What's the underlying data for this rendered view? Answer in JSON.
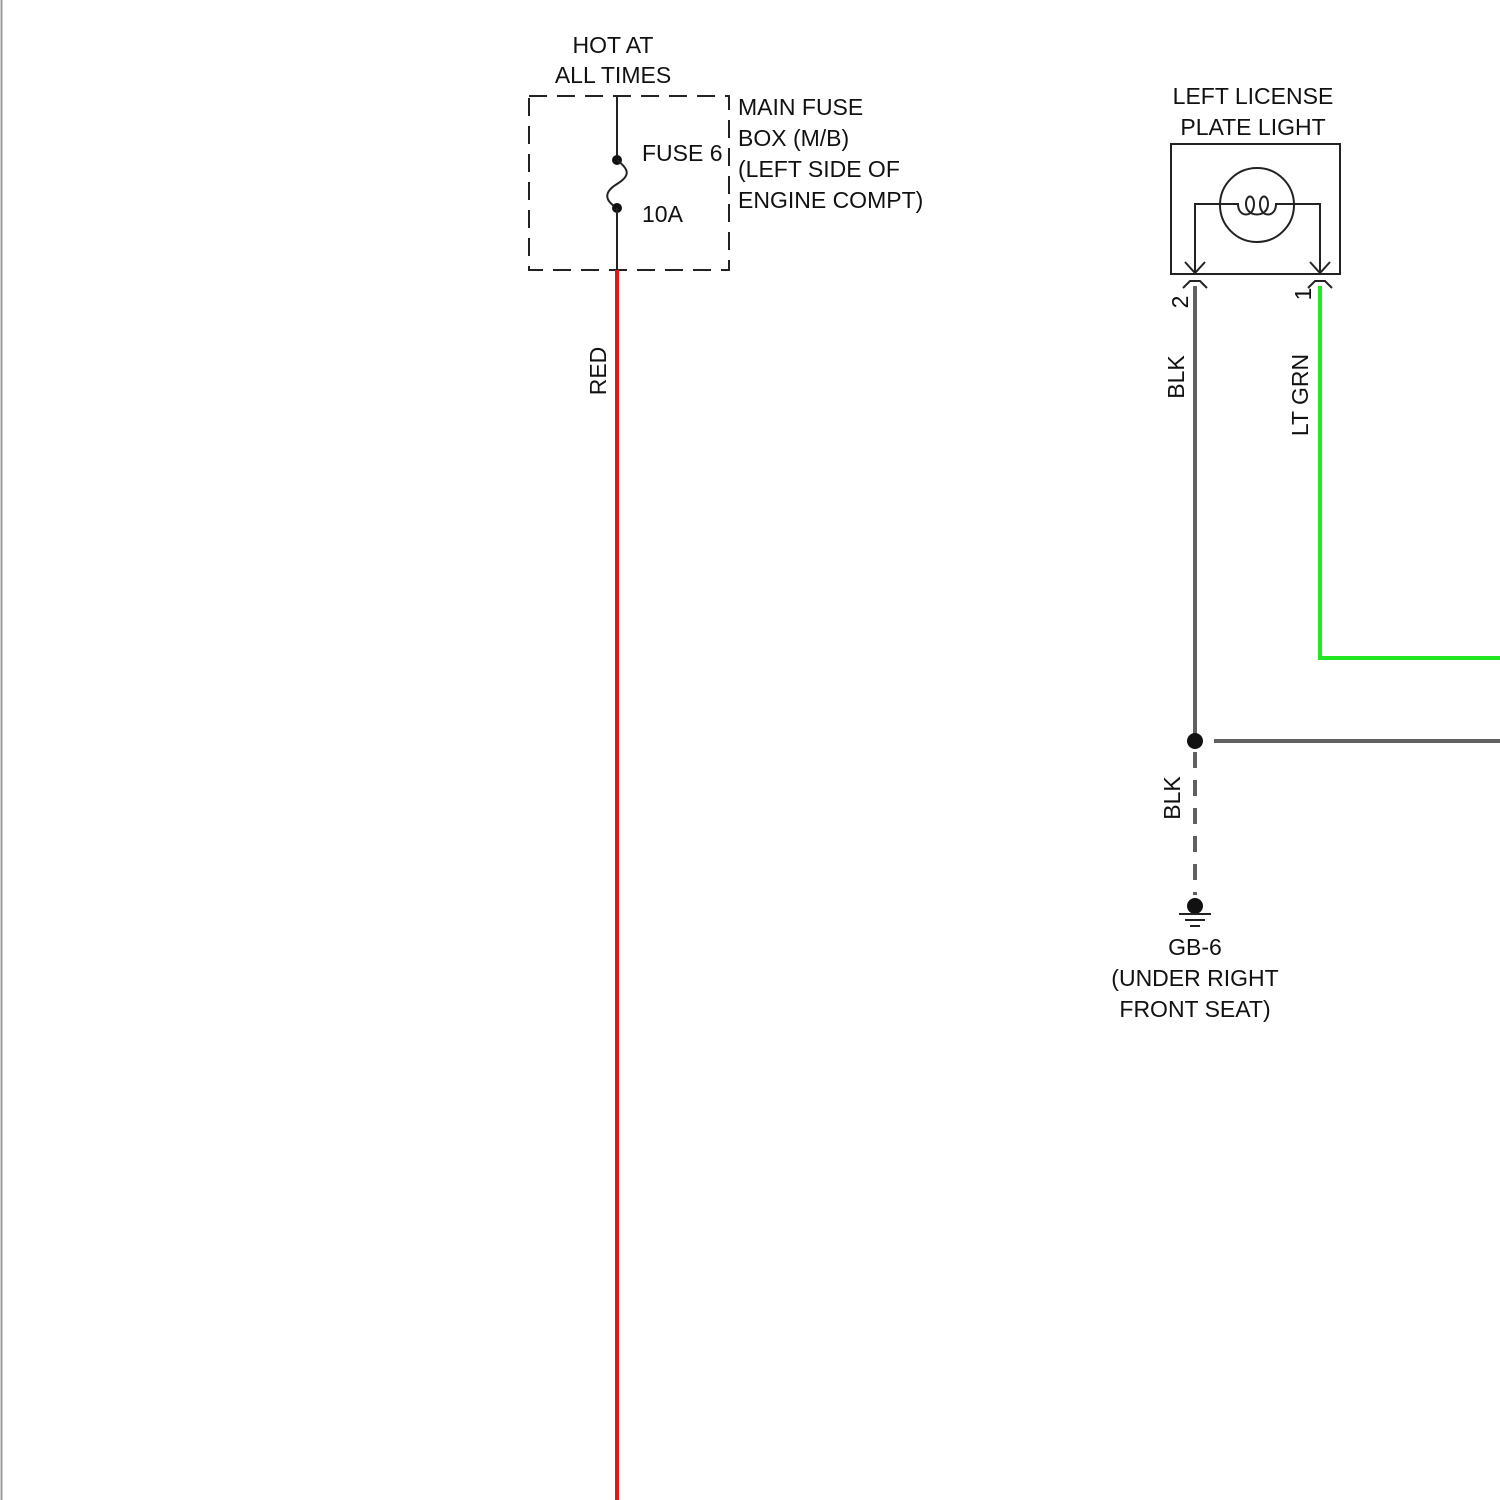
{
  "fuse_box": {
    "power_label_line1": "HOT AT",
    "power_label_line2": "ALL TIMES",
    "name_line1": "MAIN FUSE",
    "name_line2": "BOX (M/B)",
    "location_line1": "(LEFT SIDE OF",
    "location_line2": "ENGINE COMPT)",
    "fuse_name": "FUSE 6",
    "fuse_rating": "10A"
  },
  "license_light": {
    "name_line1": "LEFT LICENSE",
    "name_line2": "PLATE LIGHT",
    "pin_left": "2",
    "pin_right": "1"
  },
  "wires": {
    "red_label": "RED",
    "blk_upper_label": "BLK",
    "blk_lower_label": "BLK",
    "ltgrn_label": "LT GRN",
    "colors": {
      "red": "#e01818",
      "black": "#606060",
      "light_green": "#22e622",
      "outline": "#222222"
    }
  },
  "ground": {
    "id": "GB-6",
    "location_line1": "(UNDER RIGHT",
    "location_line2": "FRONT SEAT)"
  }
}
